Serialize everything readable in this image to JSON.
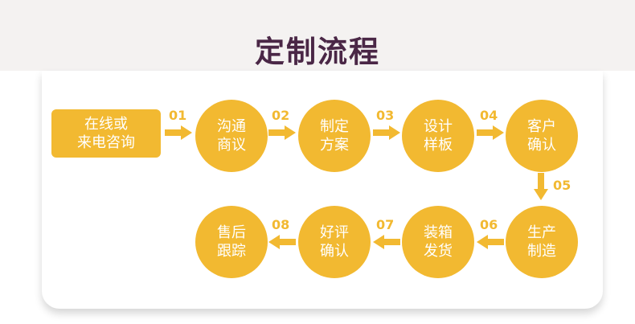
{
  "title": "定制流程",
  "colors": {
    "accent": "#f2b931",
    "title": "#4a2746",
    "header_band": "#f4f2f1",
    "text_on_accent": "#ffffff"
  },
  "nodes": [
    {
      "lines": [
        "在线或",
        "来电咨询"
      ]
    },
    {
      "lines": [
        "沟通",
        "商议"
      ]
    },
    {
      "lines": [
        "制定",
        "方案"
      ]
    },
    {
      "lines": [
        "设计",
        "样板"
      ]
    },
    {
      "lines": [
        "客户",
        "确认"
      ]
    },
    {
      "lines": [
        "生产",
        "制造"
      ]
    },
    {
      "lines": [
        "装箱",
        "发货"
      ]
    },
    {
      "lines": [
        "好评",
        "确认"
      ]
    },
    {
      "lines": [
        "售后",
        "跟踪"
      ]
    }
  ],
  "steps": [
    "01",
    "02",
    "03",
    "04",
    "05",
    "06",
    "07",
    "08"
  ]
}
